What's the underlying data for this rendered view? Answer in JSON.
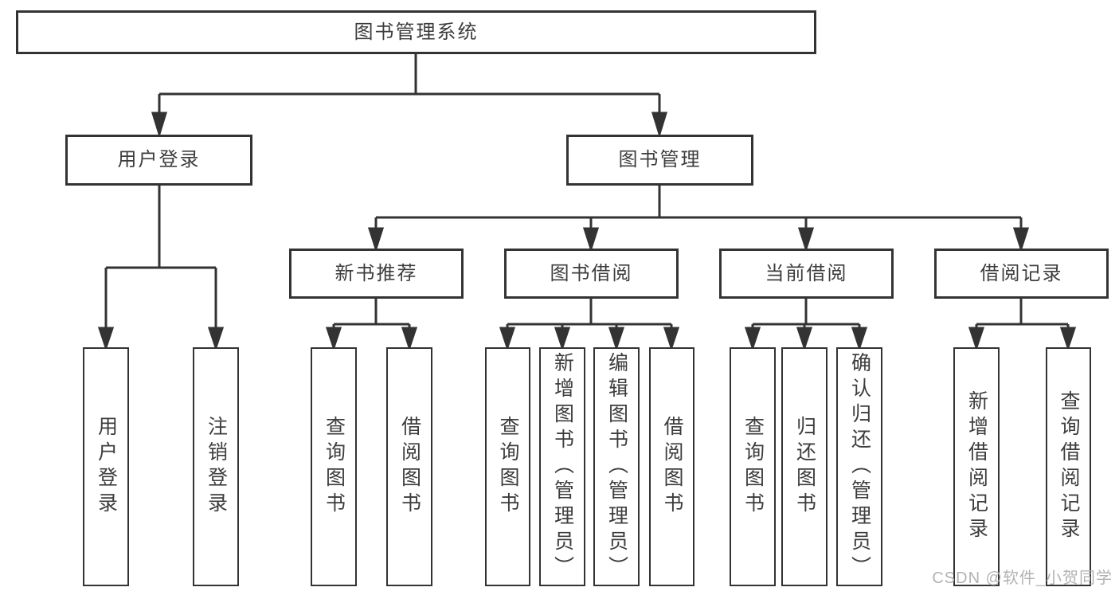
{
  "tree": {
    "root": {
      "label": "图书管理系统"
    },
    "branches": [
      {
        "label": "用户登录",
        "leaves": [
          {
            "label": "用户登录"
          },
          {
            "label": "注销登录"
          }
        ]
      },
      {
        "label": "图书管理",
        "groups": [
          {
            "label": "新书推荐",
            "leaves": [
              {
                "label": "查询图书"
              },
              {
                "label": "借阅图书"
              }
            ]
          },
          {
            "label": "图书借阅",
            "leaves": [
              {
                "label": "查询图书"
              },
              {
                "label": "新增图书（管理员）"
              },
              {
                "label": "编辑图书（管理员）"
              },
              {
                "label": "借阅图书"
              }
            ]
          },
          {
            "label": "当前借阅",
            "leaves": [
              {
                "label": "查询图书"
              },
              {
                "label": "归还图书"
              },
              {
                "label": "确认归还（管理员）"
              }
            ]
          },
          {
            "label": "借阅记录",
            "leaves": [
              {
                "label": "新增借阅记录"
              },
              {
                "label": "查询借阅记录"
              }
            ]
          }
        ]
      }
    ]
  },
  "watermark": {
    "text": "CSDN @软件_小贺同学"
  },
  "colors": {
    "line": "#333333",
    "box_border": "#333333",
    "text": "#3d3d3d",
    "watermark": "#b5b1b1",
    "background": "#ffffff"
  }
}
